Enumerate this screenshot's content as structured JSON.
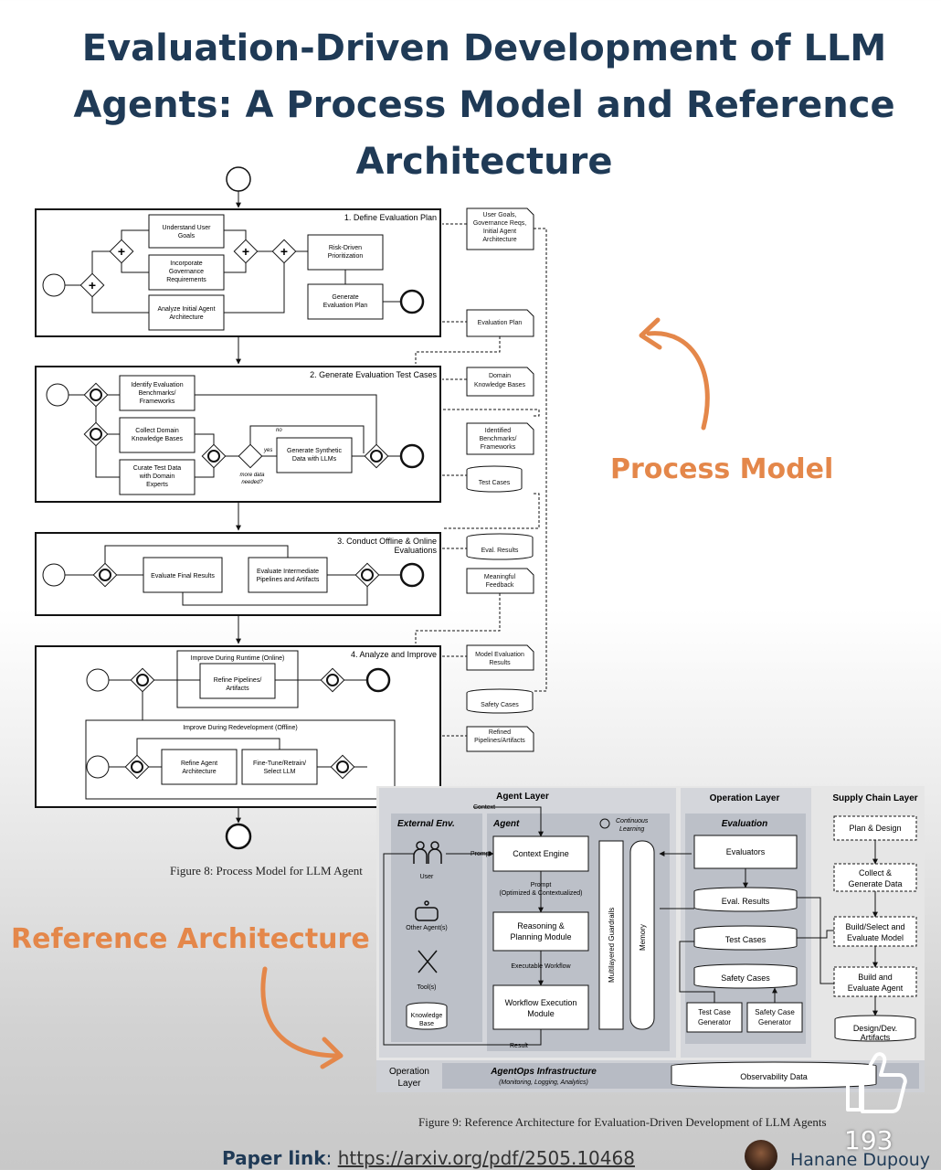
{
  "title": "Evaluation-Driven Development of LLM Agents: A Process Model and Reference Architecture",
  "labels": {
    "process_model": "Process Model",
    "reference_architecture": "Reference Architecture"
  },
  "colors": {
    "title": "#1f3a56",
    "accent": "#e4874a",
    "arch_panel": "#c9ccd3",
    "arch_layer": "#b7bbc4"
  },
  "process_model": {
    "caption": "Figure 8: Process Model for LLM Agent",
    "phases": [
      {
        "title": "1. Define Evaluation Plan",
        "tasks": [
          "Understand User Goals",
          "Incorporate Governance Requirements",
          "Analyze Initial Agent Architecture",
          "Risk-Driven Prioritization",
          "Generate Evaluation Plan"
        ]
      },
      {
        "title": "2. Generate Evaluation Test Cases",
        "tasks": [
          "Identify Evaluation Benchmarks/ Frameworks",
          "Collect Domain Knowledge Bases",
          "Curate Test Data with Domain Experts",
          "Generate Synthetic Data with LLMs"
        ],
        "gateway": {
          "question": "more data needed?",
          "yes": "yes",
          "no": "no"
        }
      },
      {
        "title": "3. Conduct Offline & Online Evaluations",
        "tasks": [
          "Evaluate Final Results",
          "Evaluate Intermediate Pipelines and Artifacts"
        ]
      },
      {
        "title": "4. Analyze and Improve",
        "runtime_group": "Improve During Runtime (Online)",
        "redevelopment_group": "Improve During Redevelopment (Offline)",
        "tasks": [
          "Refine Pipelines/ Artifacts",
          "Refine Agent Architecture",
          "Fine-Tune/Retrain/ Select LLM"
        ]
      }
    ],
    "artifacts": [
      "User Goals, Governance Reqs, Initial Agent Architecture",
      "Evaluation Plan",
      "Domain Knowledge Bases",
      "Identified Benchmarks/ Frameworks",
      "Test Cases",
      "Eval. Results",
      "Meaningful Feedback",
      "Model Evaluation Results",
      "Safety Cases",
      "Refined Pipelines/Artifacts"
    ]
  },
  "reference_architecture": {
    "caption": "Figure 9: Reference Architecture for Evaluation-Driven Development of LLM Agents",
    "agent_layer": "Agent Layer",
    "operation_layer": "Operation Layer",
    "supply_chain_layer": "Supply Chain Layer",
    "external_env": {
      "title": "External Env.",
      "items": [
        "User",
        "Other Agent(s)",
        "Tool(s)",
        "Knowledge Base"
      ]
    },
    "agent": {
      "title": "Agent",
      "continuous_learning": "Continuous Learning",
      "modules": [
        "Context Engine",
        "Reasoning & Planning Module",
        "Workflow Execution Module"
      ],
      "flows": {
        "context": "Context",
        "prompt": "Prompt",
        "prompt_opt": "Prompt (Optimized & Contextualized)",
        "workflow": "Executable Workflow",
        "result": "Result"
      },
      "guardrails": "Multilayered Guardrails",
      "memory": "Memory"
    },
    "evaluation": {
      "title": "Evaluation",
      "items": [
        "Evaluators",
        "Eval. Results",
        "Test Cases",
        "Safety Cases",
        "Test Case Generator",
        "Safety Case Generator"
      ]
    },
    "supply_chain": [
      "Plan & Design",
      "Collect & Generate Data",
      "Build/Select and Evaluate Model",
      "Build and Evaluate Agent",
      "Design/Dev. Artifacts"
    ],
    "bottom": {
      "operation_layer": "Operation Layer",
      "agentops": "AgentOps Infrastructure",
      "agentops_sub": "(Monitoring, Logging, Analytics)",
      "observability": "Observability Data"
    }
  },
  "footer": {
    "link_label": "Paper link",
    "link_url": "https://arxiv.org/pdf/2505.10468",
    "author": "Hanane Dupouy",
    "likes": "193"
  }
}
